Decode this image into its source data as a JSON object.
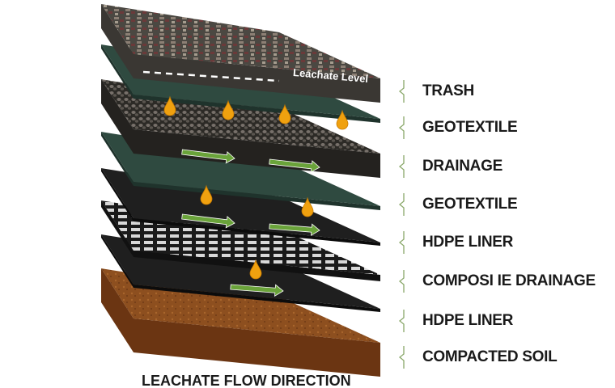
{
  "layers": [
    {
      "label": "TRASH"
    },
    {
      "label": "GEOTEXTILE"
    },
    {
      "label": "DRAINAGE"
    },
    {
      "label": "GEOTEXTILE"
    },
    {
      "label": "HDPE LINER"
    },
    {
      "label": "COMPOSI IE DRAINAGE"
    },
    {
      "label": "HDPE LINER"
    },
    {
      "label": "COMPACTED SOIL"
    }
  ],
  "leachate_level": "Leachate Level",
  "caption": "LEACHATE FLOW DIRECTION",
  "colors": {
    "geotextile": "#2f4a40",
    "hdpe": "#1f1f1f",
    "soil": "#8a4a1c",
    "arrow": "#6aa33a",
    "drop": "#f0a10f",
    "brace": "#8aa86a"
  }
}
